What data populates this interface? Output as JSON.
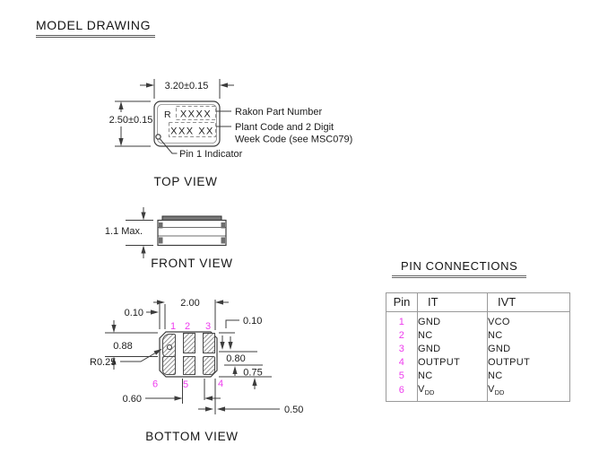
{
  "page": {
    "title": "MODEL DRAWING"
  },
  "top_view": {
    "label": "TOP VIEW",
    "width_dim": "3.20±0.15",
    "height_dim": "2.50±0.15",
    "marking_prefix": "R",
    "marking_line1": "XXXX",
    "marking_line2": "XXX XX",
    "callouts": {
      "part_number": "Rakon Part Number",
      "plant_code_line1": "Plant Code and 2 Digit",
      "plant_code_line2": "Week Code (see MSC079)",
      "pin1": "Pin 1 Indicator"
    }
  },
  "front_view": {
    "label": "FRONT VIEW",
    "height_dim": "1.1 Max."
  },
  "bottom_view": {
    "label": "BOTTOM VIEW",
    "pins": {
      "p1": "1",
      "p2": "2",
      "p3": "3",
      "p4": "4",
      "p5": "5",
      "p6": "6"
    },
    "dims": {
      "pitch": "2.00",
      "edge_gap_left": "0.10",
      "edge_gap_right": "0.10",
      "pad_length_left": "0.88",
      "pad_length_right": "0.80",
      "row_offset": "0.75",
      "corner_radius": "R0.25",
      "pad_width": "0.60",
      "pad_gap": "0.50"
    }
  },
  "pin_connections": {
    "title": "PIN CONNECTIONS",
    "headers": [
      "Pin",
      "IT",
      "IVT"
    ],
    "rows": [
      {
        "pin": "1",
        "it": "GND",
        "ivt": "VCO"
      },
      {
        "pin": "2",
        "it": "NC",
        "ivt": "NC"
      },
      {
        "pin": "3",
        "it": "GND",
        "ivt": "GND"
      },
      {
        "pin": "4",
        "it": "OUTPUT",
        "ivt": "OUTPUT"
      },
      {
        "pin": "5",
        "it": "NC",
        "ivt": "NC"
      },
      {
        "pin": "6",
        "it": "V",
        "it_sub": "DD",
        "ivt": "V",
        "ivt_sub": "DD"
      }
    ]
  },
  "colors": {
    "pin_number_magenta": "#ee3cee",
    "line": "#3d3d3d",
    "table_border": "#9a9a9a"
  }
}
